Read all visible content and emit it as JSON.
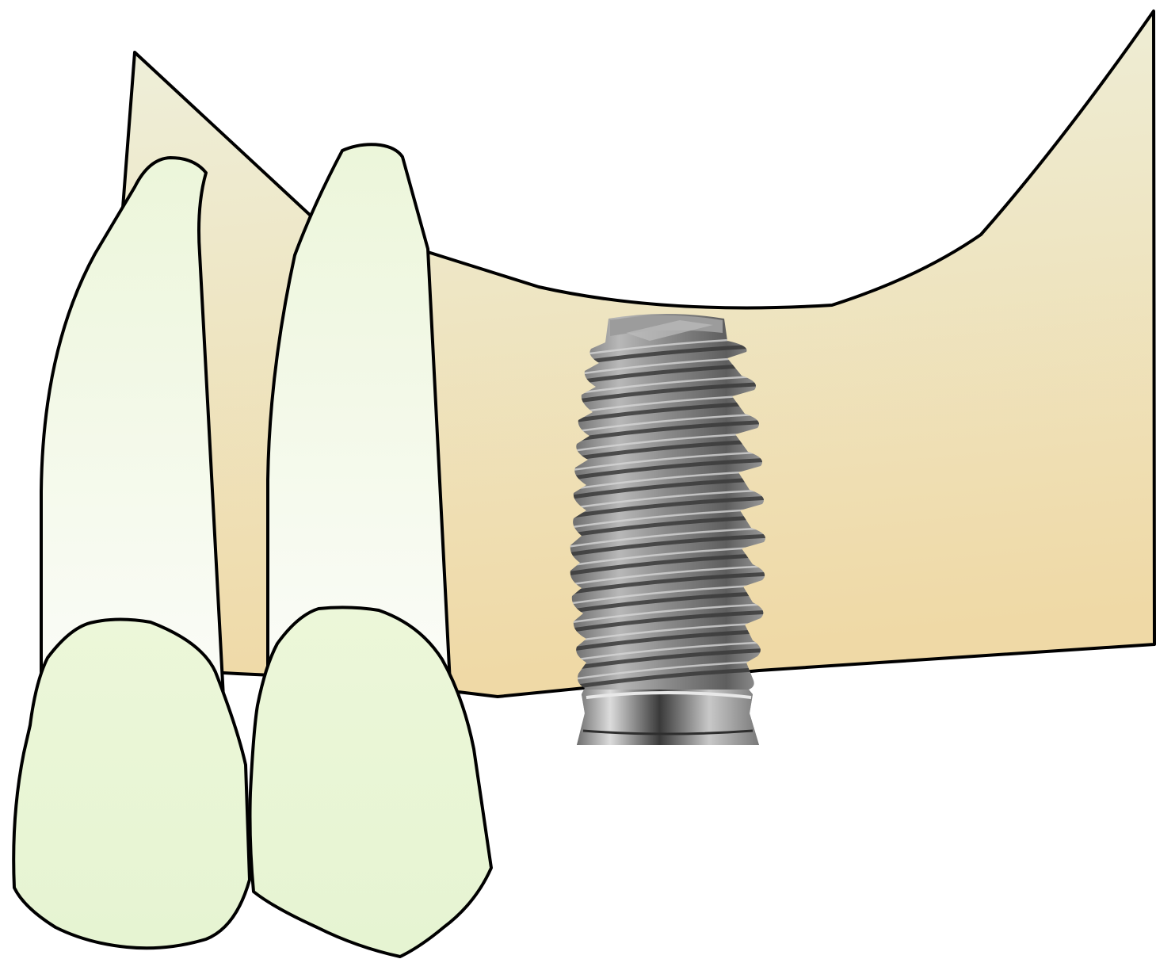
{
  "diagram": {
    "elements": [
      {
        "name": "jaw-bone",
        "shape": "bone-ridge"
      },
      {
        "name": "tooth-1",
        "shape": "tooth",
        "position": "left"
      },
      {
        "name": "tooth-2",
        "shape": "tooth",
        "position": "middle"
      },
      {
        "name": "dental-implant",
        "shape": "threaded-screw-implant"
      }
    ]
  },
  "colors": {
    "outline": "#000000",
    "background": "#ffffff",
    "bone_top": "#eef0dc",
    "bone_bottom": "#efd9a6",
    "tooth_root_top": "#ecf6da",
    "tooth_root_bottom": "#fbfcf8",
    "tooth_crown": "#ecf7d9",
    "implant_light": "#c2c2c2",
    "implant_mid": "#8a8a8a",
    "implant_dark": "#3e3e3e"
  }
}
